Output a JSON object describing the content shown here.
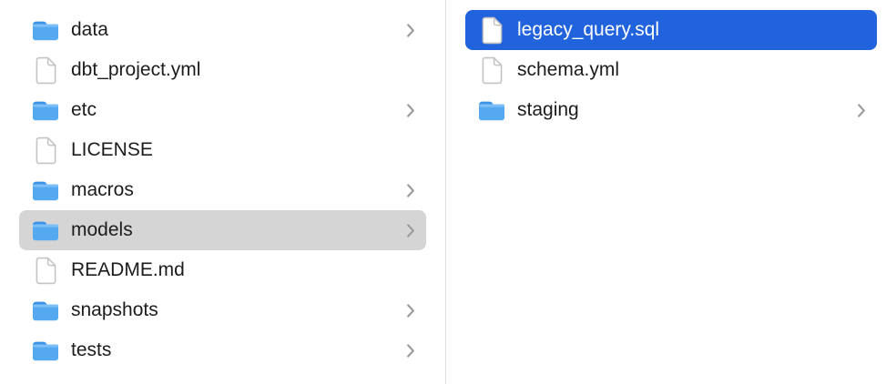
{
  "columns": {
    "left": {
      "items": [
        {
          "label": "data",
          "type": "folder",
          "has_chevron": true,
          "selected": false
        },
        {
          "label": "dbt_project.yml",
          "type": "file",
          "has_chevron": false,
          "selected": false
        },
        {
          "label": "etc",
          "type": "folder",
          "has_chevron": true,
          "selected": false
        },
        {
          "label": "LICENSE",
          "type": "file",
          "has_chevron": false,
          "selected": false
        },
        {
          "label": "macros",
          "type": "folder",
          "has_chevron": true,
          "selected": false
        },
        {
          "label": "models",
          "type": "folder",
          "has_chevron": true,
          "selected": true
        },
        {
          "label": "README.md",
          "type": "file",
          "has_chevron": false,
          "selected": false
        },
        {
          "label": "snapshots",
          "type": "folder",
          "has_chevron": true,
          "selected": false
        },
        {
          "label": "tests",
          "type": "folder",
          "has_chevron": true,
          "selected": false
        }
      ]
    },
    "right": {
      "items": [
        {
          "label": "legacy_query.sql",
          "type": "file",
          "has_chevron": false,
          "selected": true
        },
        {
          "label": "schema.yml",
          "type": "file",
          "has_chevron": false,
          "selected": false
        },
        {
          "label": "staging",
          "type": "folder",
          "has_chevron": true,
          "selected": false
        }
      ]
    }
  },
  "colors": {
    "selection_blue": "#2163dc",
    "selection_gray": "#d5d5d5",
    "divider": "#dfdfdf",
    "text": "#1c1c1e",
    "text_selected": "#ffffff",
    "chevron": "#9b9b9b",
    "folder_body": "#54a9f1",
    "folder_tab": "#3c92e6"
  }
}
